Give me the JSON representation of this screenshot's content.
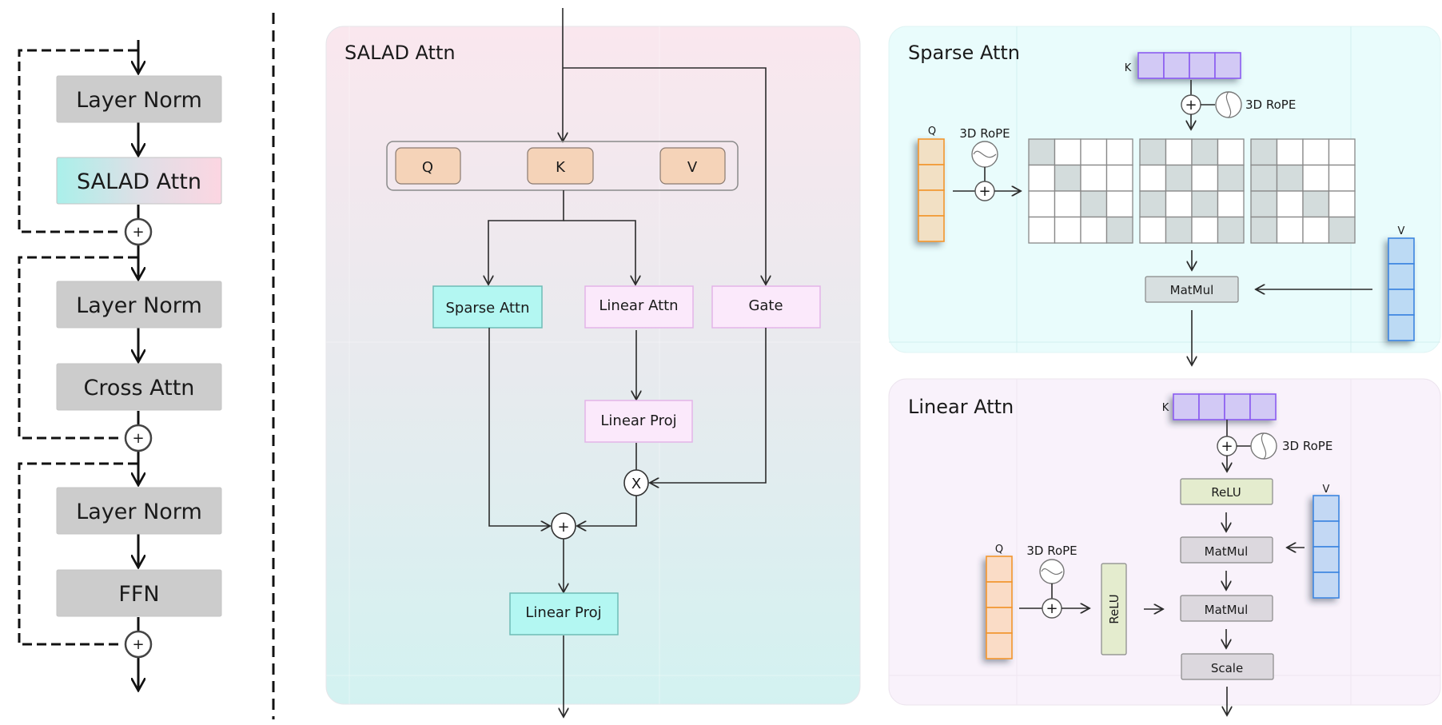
{
  "left_block": {
    "items": [
      {
        "label": "Layer Norm",
        "kind": "norm"
      },
      {
        "label": "SALAD Attn",
        "kind": "salad"
      },
      {
        "label": "Layer Norm",
        "kind": "norm"
      },
      {
        "label": "Cross Attn",
        "kind": "norm"
      },
      {
        "label": "Layer Norm",
        "kind": "norm"
      },
      {
        "label": "FFN",
        "kind": "norm"
      }
    ],
    "residual_symbol": "+"
  },
  "salad_panel": {
    "title": "SALAD Attn",
    "qkv": [
      "Q",
      "K",
      "V"
    ],
    "branches": {
      "sparse": "Sparse Attn",
      "linear": "Linear Attn",
      "gate": "Gate",
      "linear_proj_inner": "Linear Proj",
      "linear_proj_out": "Linear Proj"
    },
    "multiply_symbol": "X",
    "add_symbol": "+"
  },
  "sparse_panel": {
    "title": "Sparse Attn",
    "q_label": "Q",
    "k_label": "K",
    "v_label": "V",
    "rope_label_q": "3D RoPE",
    "rope_label_k": "3D RoPE",
    "matmul": "MatMul",
    "masks": [
      [
        [
          1,
          0,
          0,
          0
        ],
        [
          0,
          1,
          0,
          0
        ],
        [
          0,
          0,
          1,
          0
        ],
        [
          0,
          0,
          0,
          1
        ]
      ],
      [
        [
          1,
          0,
          1,
          0
        ],
        [
          0,
          1,
          0,
          1
        ],
        [
          1,
          0,
          1,
          0
        ],
        [
          0,
          1,
          0,
          1
        ]
      ],
      [
        [
          1,
          0,
          0,
          0
        ],
        [
          1,
          1,
          0,
          0
        ],
        [
          1,
          0,
          1,
          0
        ],
        [
          1,
          0,
          0,
          1
        ]
      ]
    ]
  },
  "linear_panel": {
    "title": "Linear Attn",
    "q_label": "Q",
    "k_label": "K",
    "v_label": "V",
    "rope_label_q": "3D RoPE",
    "rope_label_k": "3D RoPE",
    "relu_k": "ReLU",
    "relu_q": "ReLU",
    "matmul_1": "MatMul",
    "matmul_2": "MatMul",
    "scale": "Scale"
  },
  "colors": {
    "norm_box": "#cccccc",
    "qkv_box": "#f5d3b8",
    "sparse_box": "#b3f7f2",
    "linear_box": "#fbe9fb",
    "q_vec": "#f2e0c4",
    "k_vec": "#d2c9f5",
    "v_vec": "#bcdaf4",
    "relu_box": "#e4ecce"
  }
}
